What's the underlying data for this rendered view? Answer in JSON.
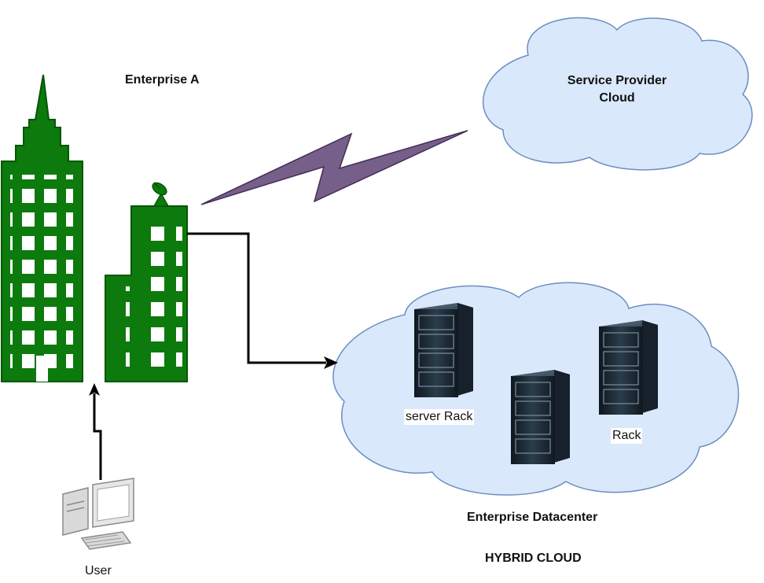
{
  "labels": {
    "enterprise": "Enterprise A",
    "provider_cloud_line1": "Service Provider",
    "provider_cloud_line2": "Cloud",
    "server_rack": "server Rack",
    "rack": "Rack",
    "datacenter": "Enterprise Datacenter",
    "hybrid_cloud": "HYBRID CLOUD",
    "user": "User"
  },
  "colors": {
    "building_green": "#0c7a0c",
    "building_stroke": "#005700",
    "cloud_fill": "#dae8fc",
    "cloud_stroke": "#6c8ebf",
    "lightning_fill": "#76608a",
    "lightning_stroke": "#432d57",
    "connector": "#000000",
    "rack_dark": "#1d2b36"
  },
  "icons": {
    "skyscraper": "skyscraper-icon",
    "office_building": "office-building-icon",
    "satellite_dish": "satellite-dish-icon",
    "lightning": "lightning-link-icon",
    "server_rack": "server-rack-icon",
    "workstation": "workstation-computer-icon"
  }
}
